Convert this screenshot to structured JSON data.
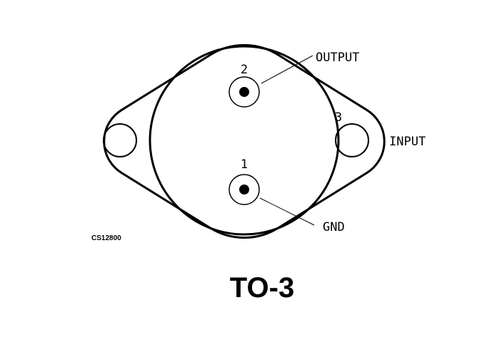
{
  "diagram": {
    "package_title": "TO-3",
    "part_code": "CS12800",
    "pins": [
      {
        "number": "2",
        "function": "OUTPUT"
      },
      {
        "number": "1",
        "function": "GND"
      },
      {
        "number": "3",
        "function": "INPUT"
      }
    ]
  },
  "colors": {
    "stroke": "#000000",
    "background": "#ffffff"
  }
}
